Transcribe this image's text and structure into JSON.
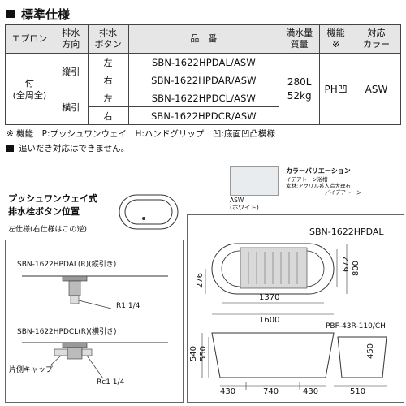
{
  "section": {
    "title": "標準仕様"
  },
  "table": {
    "headers": {
      "apron": "エプロン",
      "drain_dir": "排水\n方向",
      "drain_btn": "排水\nボタン",
      "model": "品　番",
      "capacity": "満水量\n質量",
      "function": "機能\n※",
      "color": "対応\nカラー"
    },
    "apron": "付\n(全周全)",
    "dir_vertical": "縦引",
    "dir_horizontal": "横引",
    "capacity": "280L\n52kg",
    "function": "PH凹",
    "color": "ASW",
    "rows": [
      {
        "btn": "左",
        "model": "SBN-1622HPDAL/ASW"
      },
      {
        "btn": "右",
        "model": "SBN-1622HPDAR/ASW"
      },
      {
        "btn": "左",
        "model": "SBN-1622HPDCL/ASW"
      },
      {
        "btn": "右",
        "model": "SBN-1622HPDCR/ASW"
      }
    ]
  },
  "notes": {
    "function_note": "※ 機能　P:プッシュワンウェイ　H:ハンドグリップ　凹:底面凹凸模様",
    "reheat_note": "追いだき対応はできません。"
  },
  "color_variation": {
    "title": "カラーバリエーション",
    "sub1": "イデアトーン浴槽",
    "sub2": "素材:アクリル系人造大理石",
    "sub3": "／イデアトーン",
    "swatch_code": "ASW",
    "swatch_name": "(ホワイト)",
    "swatch_color": "#e8ecef"
  },
  "button_position": {
    "title_line1": "プッシュワンウェイ式",
    "title_line2": "排水栓ボタン位置",
    "sub": "左仕様(右仕様はこの逆)"
  },
  "left_drawing": {
    "label_a": "SBN-1622HPDAL(R)(縦引き)",
    "r_a": "R1 1/4",
    "label_c": "SBN-1622HPDCL(R)(横引き)",
    "cap": "片側キャップ",
    "r_c": "Rc1 1/4"
  },
  "right_drawing": {
    "model": "SBN-1622HPDAL",
    "dim_672": "672",
    "dim_800": "800",
    "dim_276": "276",
    "dim_1370": "1370",
    "dim_1600": "1600",
    "pbf": "PBF-43R-110/CH",
    "dim_450": "450",
    "dim_540": "540",
    "dim_550": "550",
    "dim_430a": "430",
    "dim_740": "740",
    "dim_430b": "430",
    "dim_510": "510"
  }
}
